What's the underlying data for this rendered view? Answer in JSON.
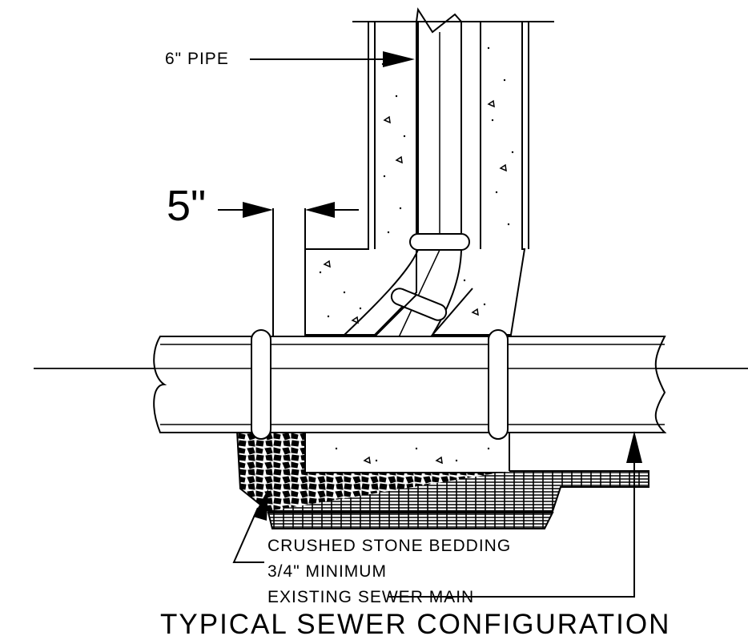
{
  "labels": {
    "pipe": "6\" PIPE",
    "dimension": "5\"",
    "bedding_line1": "CRUSHED STONE BEDDING",
    "bedding_line2": "3/4\" MINIMUM",
    "main": "EXISTING SEWER MAIN"
  },
  "title": "TYPICAL SEWER CONFIGURATION",
  "colors": {
    "ink": "#000000",
    "paper": "#ffffff"
  }
}
